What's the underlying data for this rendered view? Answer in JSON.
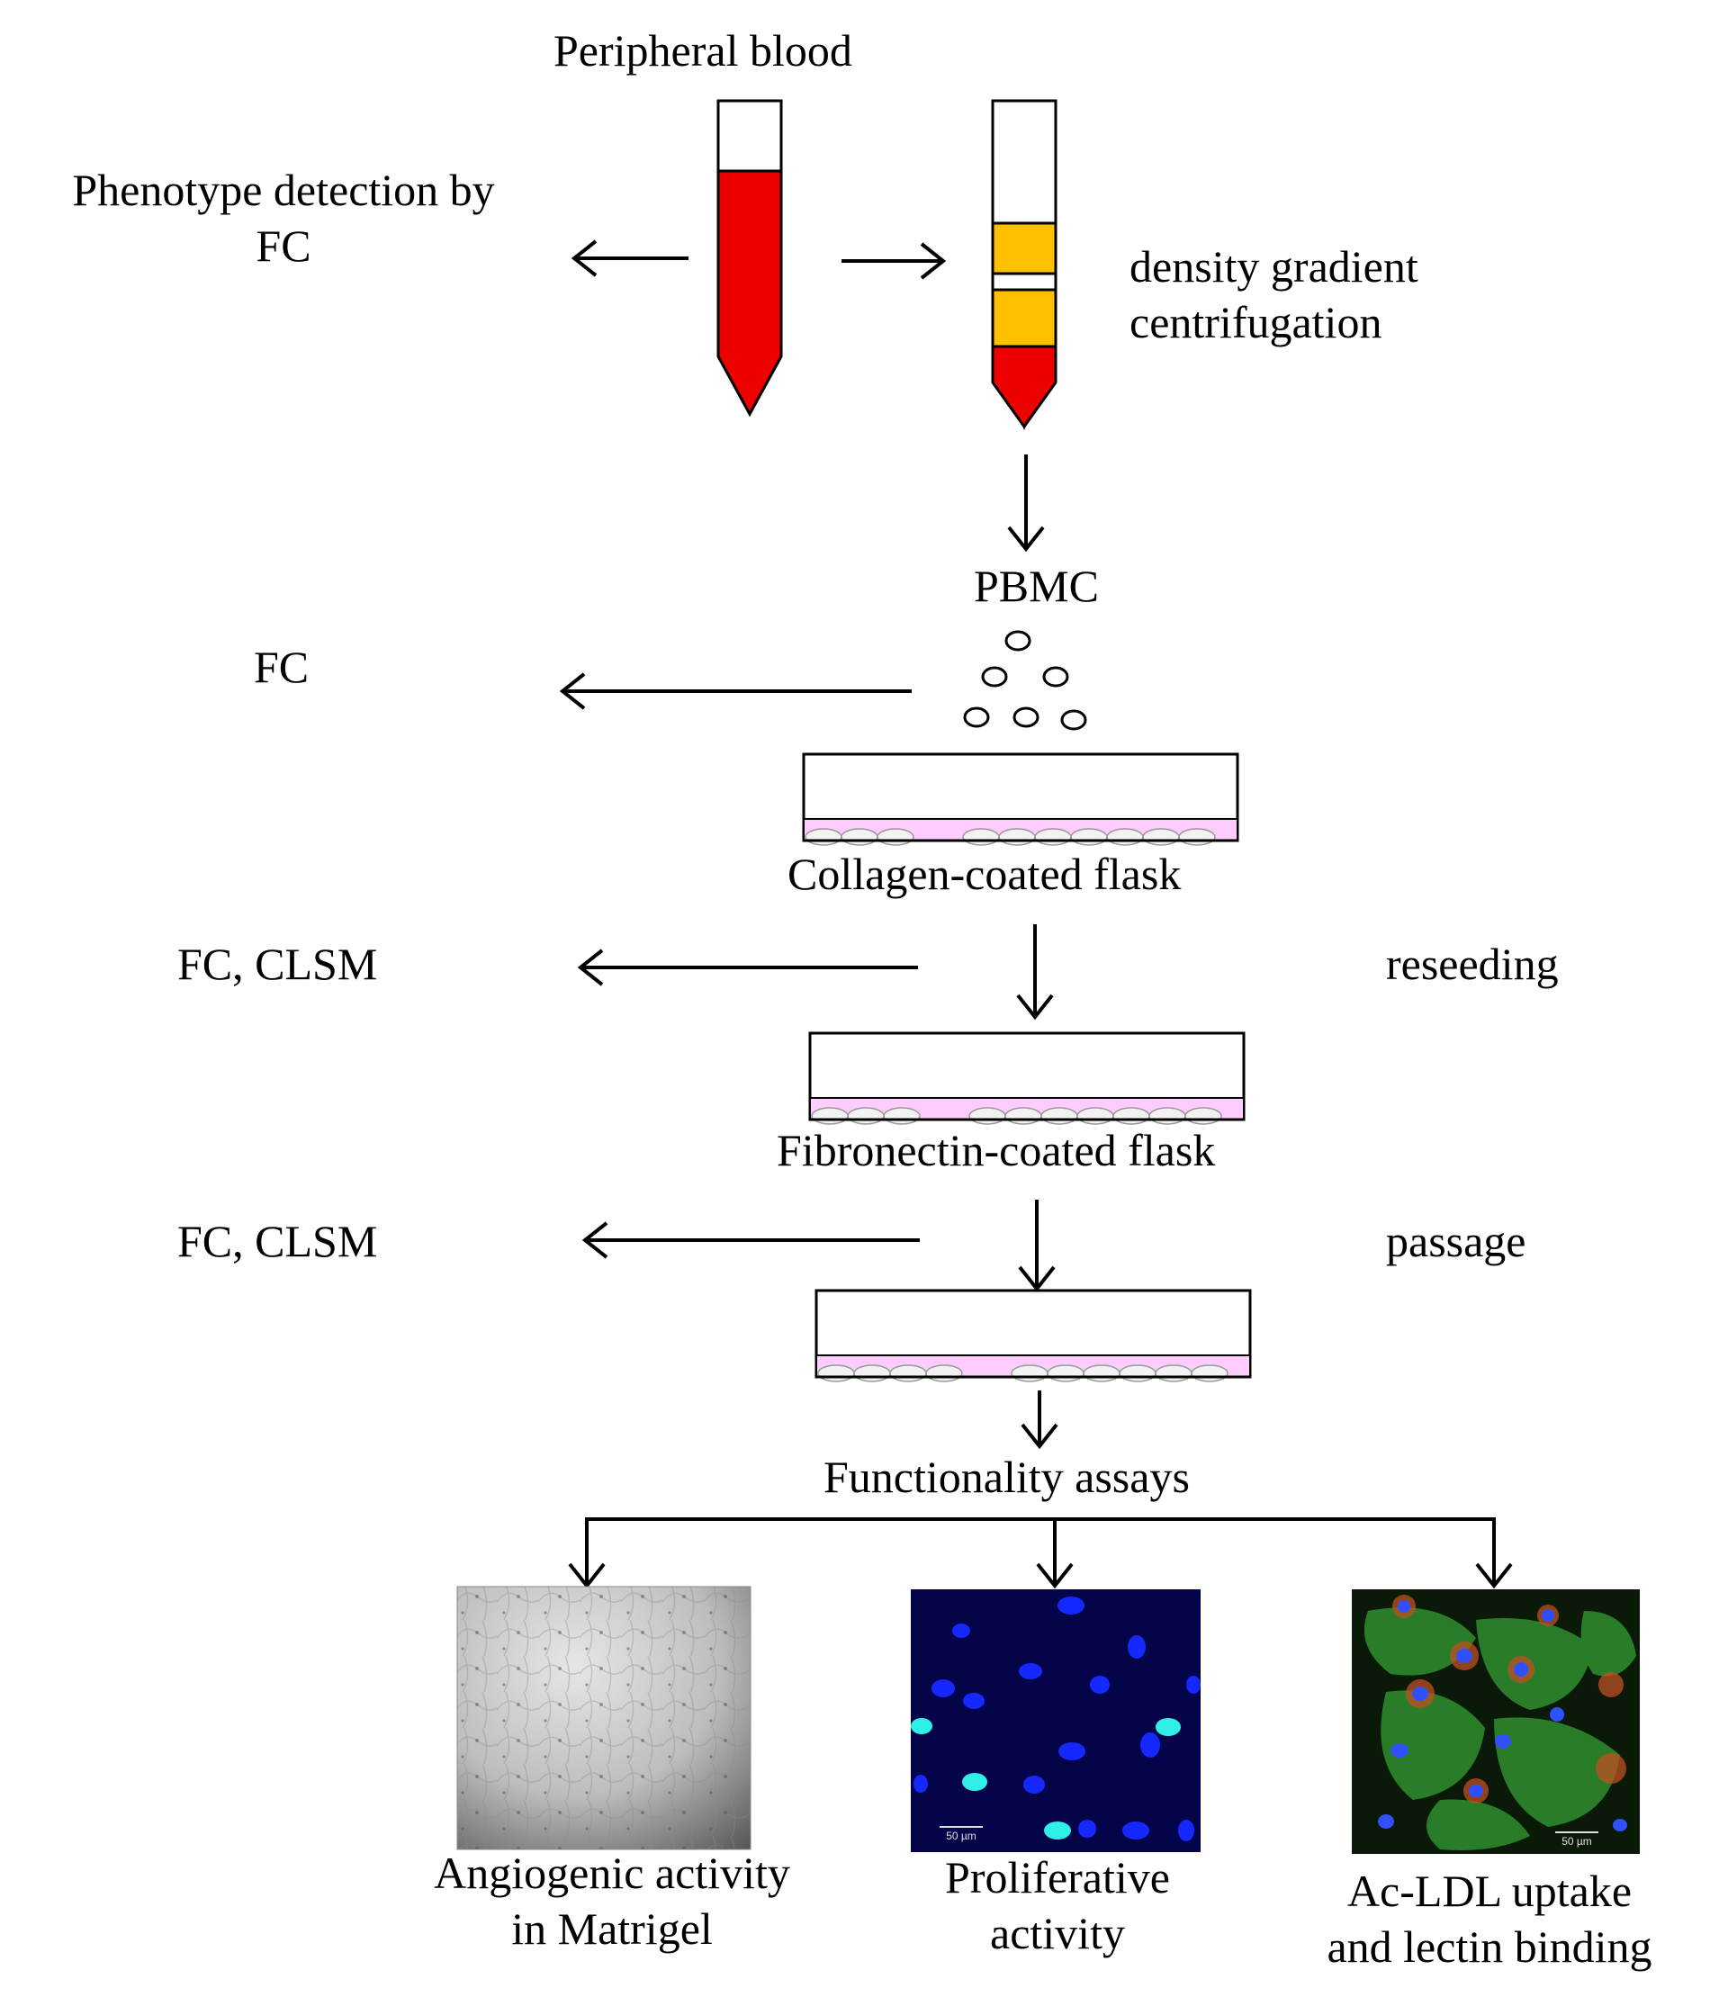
{
  "labels": {
    "peripheral_blood": "Peripheral blood",
    "phenotype_line1": "Phenotype detection by",
    "phenotype_line2": "FC",
    "density_line1": "density gradient",
    "density_line2": "centrifugation",
    "pbmc": "PBMC",
    "fc": "FC",
    "collagen_flask": "Collagen-coated flask",
    "fc_clsm_1": "FC, CLSM",
    "reseeding": "reseeding",
    "fibronectin_flask": "Fibronectin-coated flask",
    "fc_clsm_2": "FC, CLSM",
    "passage": "passage",
    "functionality": "Functionality assays"
  },
  "assays": [
    {
      "line1": "Angiogenic activity",
      "line2": "in Matrigel"
    },
    {
      "line1": "Proliferative",
      "line2": "activity",
      "scale_bar": "50 µm"
    },
    {
      "line1": "Ac-LDL uptake",
      "line2": "and  lectin binding",
      "scale_bar": "50 µm"
    }
  ],
  "colors": {
    "blood": "#ee0000",
    "plasma_layer": "#ffc000",
    "flask_coating": "#ffccff",
    "proliferation_bg": "#04044a",
    "nuclei_blue": "#1428ff",
    "nuclei_cyan": "#2ff0e6",
    "lectin_green": "#2f8f2f"
  }
}
